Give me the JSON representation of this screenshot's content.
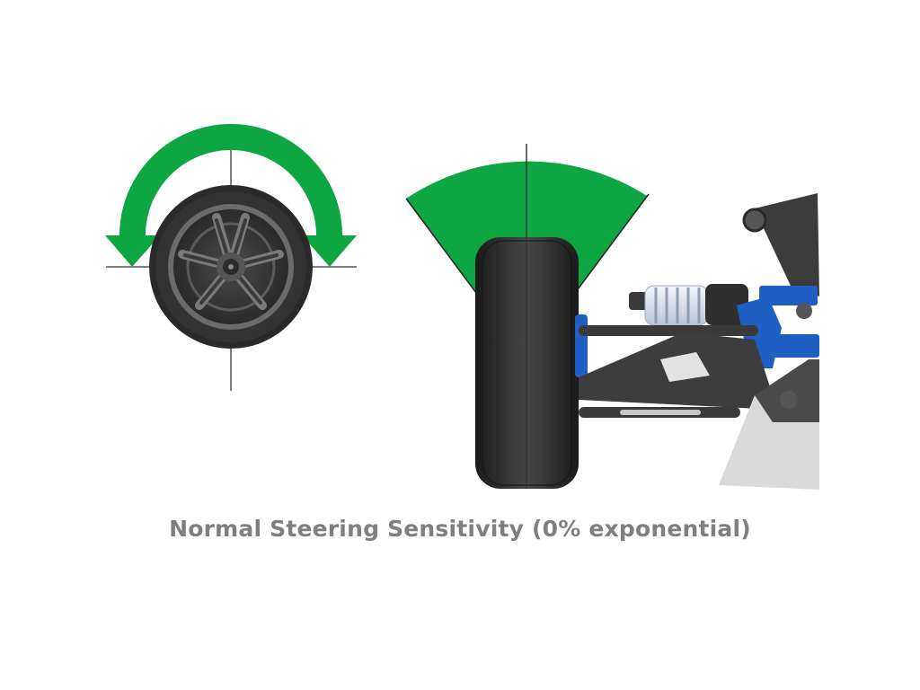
{
  "caption": "Normal Steering Sensitivity (0% exponential)",
  "colors": {
    "arrow_green": "#0ea543",
    "tire": "#2b2b2b",
    "rim": "#5a5a5a",
    "chassis_dark": "#3a3a3a",
    "chassis_blue": "#1f5fc4",
    "caption": "#7f7f7f"
  },
  "illustrations": {
    "wheel_front_view": {
      "rotation": "counter-clockwise and clockwise",
      "icon": "wheel-rotation-arrow-icon"
    },
    "tire_top_view": {
      "sweep": "steering-angle-wedge",
      "icon": "steering-sweep-icon"
    },
    "suspension": {
      "icon": "rc-car-front-suspension-icon"
    }
  }
}
